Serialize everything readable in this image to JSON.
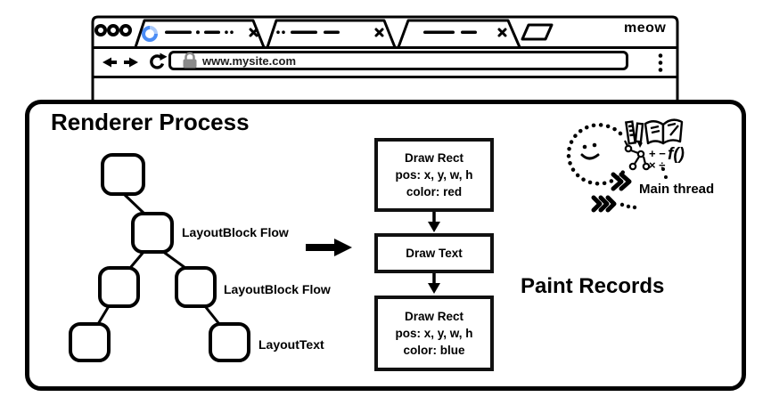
{
  "browser": {
    "brand": "meow",
    "url": "www.mysite.com",
    "icons": {
      "window_controls": "three-circle-buttons",
      "tab1_state": "loading-spinner",
      "tab_close": "x-icon",
      "new_tab": "new-tab-button",
      "back": "left-arrow",
      "forward": "right-arrow",
      "refresh": "clockwise-arrow",
      "lock": "padlock",
      "menu": "vertical-dots"
    }
  },
  "renderer": {
    "title": "Renderer Process",
    "tree": {
      "node_count": 6,
      "labels": [
        "LayoutBlock Flow",
        "LayoutBlock Flow",
        "LayoutText"
      ]
    },
    "paint_records": {
      "label": "Paint Records",
      "boxes": [
        {
          "lines": [
            "Draw Rect",
            "pos: x, y, w, h",
            "color: red"
          ]
        },
        {
          "lines": [
            "Draw Text"
          ]
        },
        {
          "lines": [
            "Draw Rect",
            "pos: x, y, w, h",
            "color: blue"
          ]
        }
      ]
    },
    "main_thread": {
      "label": "Main thread",
      "math_top": "+ −",
      "math_bottom": "× ÷",
      "fn": "f()"
    }
  },
  "colors": {
    "ink": "#000000",
    "spinner_dark": "#4a8cf5",
    "spinner_light": "#a9c9fb",
    "lock_gray": "#8a8a8a"
  }
}
